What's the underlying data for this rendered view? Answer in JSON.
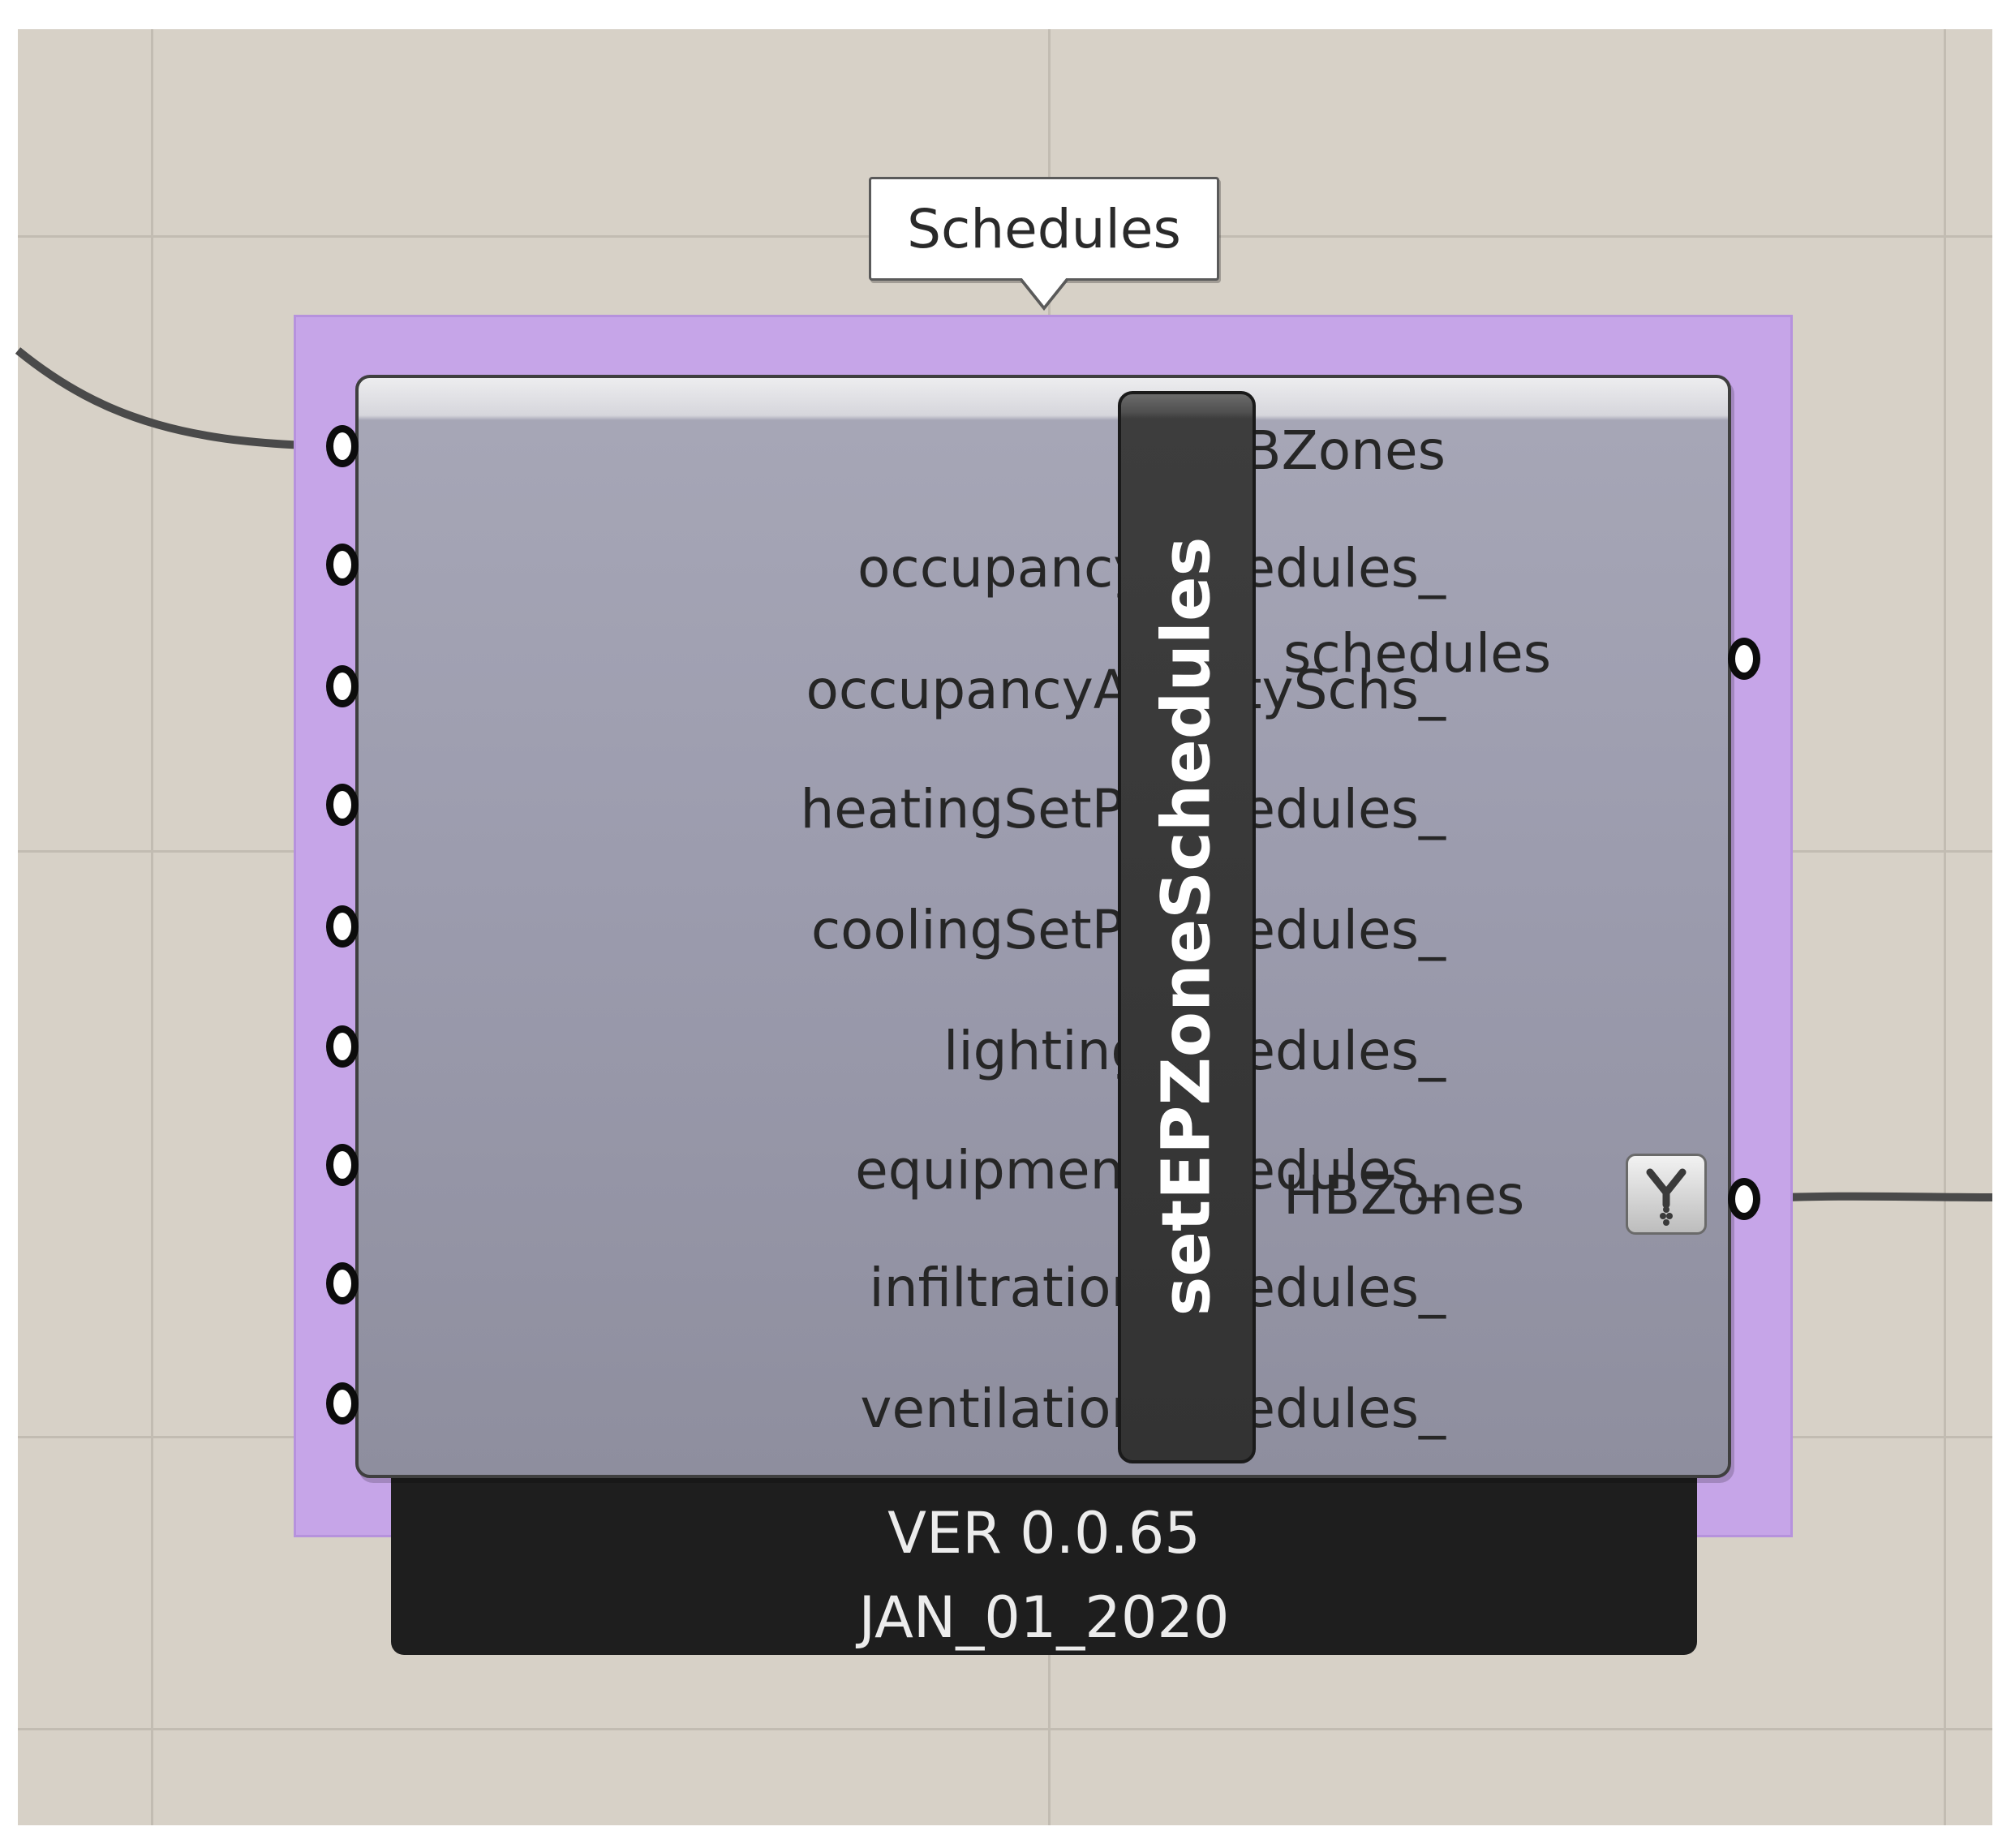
{
  "group": {
    "label": "Schedules",
    "color": "#c6a5e8"
  },
  "component": {
    "name": "setEPZoneSchedules",
    "inputs": [
      "_HBZones",
      "occupancySchedules_",
      "occupancyActivitySchs_",
      "heatingSetPtSchedules_",
      "coolingSetPtSchedules_",
      "lightingSchedules_",
      "equipmentSchedules_",
      "infiltrationSchedules_",
      "ventilationSchedules_"
    ],
    "outputs": [
      "schedules",
      "HBZones"
    ],
    "version": "VER 0.0.65",
    "date": "JAN_01_2020"
  },
  "icons": {
    "output_hbzones_flag": "graft-icon"
  },
  "colors": {
    "canvas": "#d7d1c7",
    "component_body": "#9c9cae",
    "name_bar": "#333333",
    "version_box": "#1e1e1e",
    "wire": "#4a4a4a"
  }
}
